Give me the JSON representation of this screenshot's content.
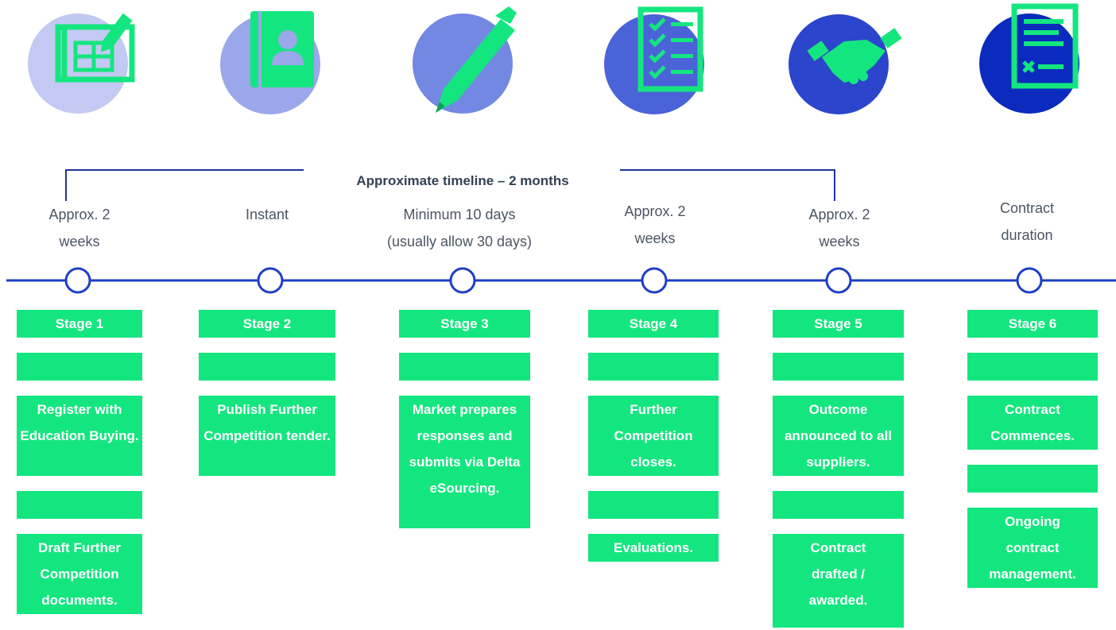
{
  "timeline_title": "Approximate timeline – 2 months",
  "colors": {
    "accent_green": "#14e67f",
    "line_blue": "#1e3fc4",
    "bracket_blue": "#1e3399",
    "circle_1": "#c2c9f2",
    "circle_2": "#9aa7ea",
    "circle_3": "#7388e3",
    "circle_4": "#4a63d8",
    "circle_5": "#2b45cc",
    "circle_6": "#0a2bbd"
  },
  "stages": [
    {
      "icon": "blueprint-pencil-icon",
      "duration_l1": "Approx. 2",
      "duration_l2": "weeks",
      "label": "Stage 1",
      "steps": [
        "Register with Education Buying.",
        "Draft Further Competition documents."
      ]
    },
    {
      "icon": "contact-book-icon",
      "duration_l1": "Instant",
      "duration_l2": "",
      "label": "Stage 2",
      "steps": [
        "Publish Further Competition tender."
      ]
    },
    {
      "icon": "pen-icon",
      "duration_l1": "Minimum 10 days",
      "duration_l2": "(usually allow 30 days)",
      "label": "Stage 3",
      "steps": [
        "Market prepares responses and submits via Delta eSourcing."
      ]
    },
    {
      "icon": "checklist-icon",
      "duration_l1": "Approx. 2",
      "duration_l2": "weeks",
      "label": "Stage 4",
      "steps": [
        "Further Competition closes.",
        "Evaluations."
      ]
    },
    {
      "icon": "handshake-icon",
      "duration_l1": "Approx. 2",
      "duration_l2": "weeks",
      "label": "Stage 5",
      "steps": [
        "Outcome announced to all suppliers.",
        "Contract drafted / awarded."
      ]
    },
    {
      "icon": "contract-document-icon",
      "duration_l1": "Contract",
      "duration_l2": "duration",
      "label": "Stage 6",
      "steps": [
        "Contract Commences.",
        "Ongoing contract management."
      ]
    }
  ]
}
